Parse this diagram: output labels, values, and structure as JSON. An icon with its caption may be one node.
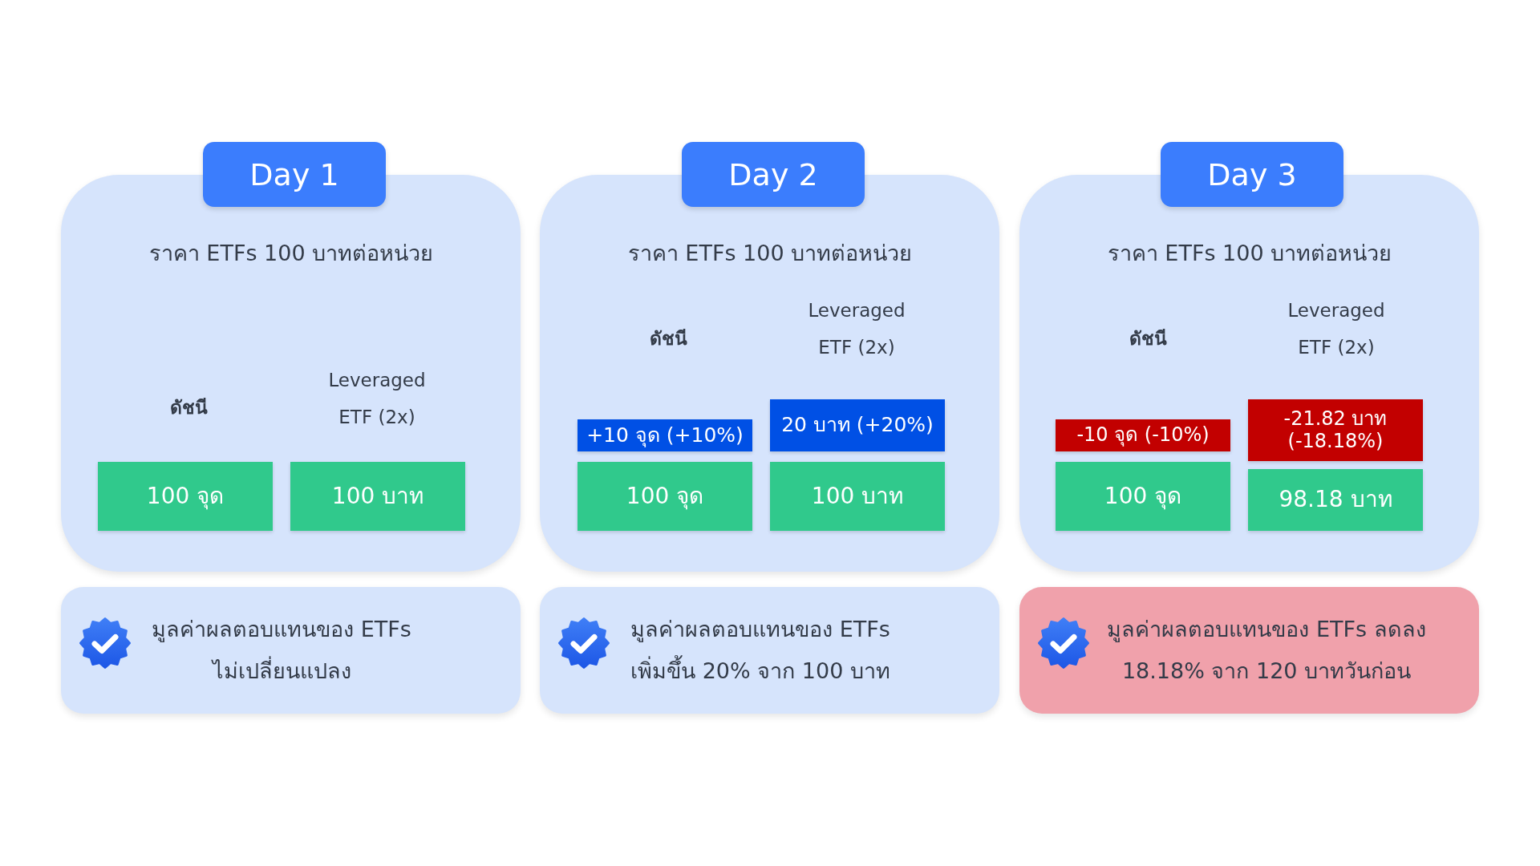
{
  "diagram": {
    "nodes": [
      {
        "text": [
          "Day 1"
        ]
      },
      {
        "text": [
          "ราคา ETFs 100 บาทต่อหน่วย",
          "ดัชนี",
          "Leveraged ETF (2x)"
        ]
      },
      {
        "text": [
          "100 จุด"
        ],
        "in": 1
      },
      {
        "text": [
          "100 บาท"
        ],
        "in": 1
      },
      {
        "text": [
          "Day 2"
        ]
      },
      {
        "text": [
          "ราคา ETFs 100 บาทต่อหน่วย",
          "ดัชนี",
          "Leveraged ETF (2x)"
        ]
      },
      {
        "text": [
          "+10 จุด (+10%)"
        ],
        "in": 5
      },
      {
        "text": [
          "20 บาท (+20%)"
        ],
        "in": 5
      },
      {
        "text": [
          "100 จุด"
        ],
        "in": 5
      },
      {
        "text": [
          "100 บาท"
        ],
        "in": 5
      },
      {
        "text": [
          "Day 3"
        ]
      },
      {
        "text": [
          "ราคา ETFs 100 บาทต่อหน่วย",
          "ดัชนี",
          "Leveraged ETF (2x)"
        ]
      },
      {
        "text": [
          "-10 จุด (-10%)"
        ],
        "in": 11
      },
      {
        "text": [
          "-21.82 บาท (-18.18%)"
        ],
        "in": 11
      },
      {
        "text": [
          "100 จุด"
        ],
        "in": 11
      },
      {
        "text": [
          "98.18 บาท"
        ],
        "in": 11
      },
      {
        "text": [
          "มูลค่าผลตอบแทนของ ETFs ไม่เปลี่ยนแปลง"
        ]
      },
      {
        "text": [
          "มูลค่าผลตอบแทนของ ETFs เพิ่มขึ้น 20% จาก 100 บาท"
        ]
      },
      {
        "text": [
          "มูลค่าผลตอบแทนของ ETFs ลดลง 18.18% จาก 120 บาทวันก่อน"
        ]
      }
    ]
  }
}
